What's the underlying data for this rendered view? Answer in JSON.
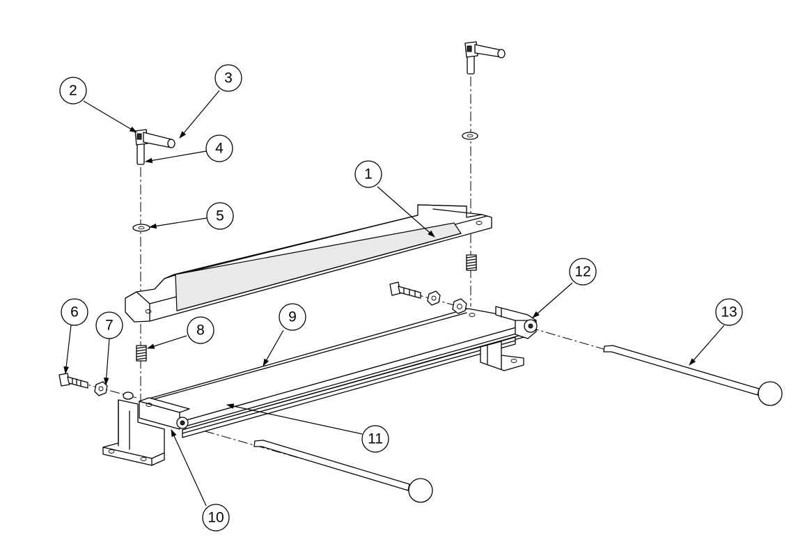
{
  "diagram": {
    "type": "exploded-assembly",
    "line_color": "#000000",
    "background": "#ffffff"
  },
  "callouts": [
    {
      "id": "c1",
      "label": "1"
    },
    {
      "id": "c2",
      "label": "2"
    },
    {
      "id": "c3",
      "label": "3"
    },
    {
      "id": "c4",
      "label": "4"
    },
    {
      "id": "c5",
      "label": "5"
    },
    {
      "id": "c6",
      "label": "6"
    },
    {
      "id": "c7",
      "label": "7"
    },
    {
      "id": "c8",
      "label": "8"
    },
    {
      "id": "c9",
      "label": "9"
    },
    {
      "id": "c10",
      "label": "10"
    },
    {
      "id": "c11",
      "label": "11"
    },
    {
      "id": "c12",
      "label": "12"
    },
    {
      "id": "c13",
      "label": "13"
    }
  ]
}
